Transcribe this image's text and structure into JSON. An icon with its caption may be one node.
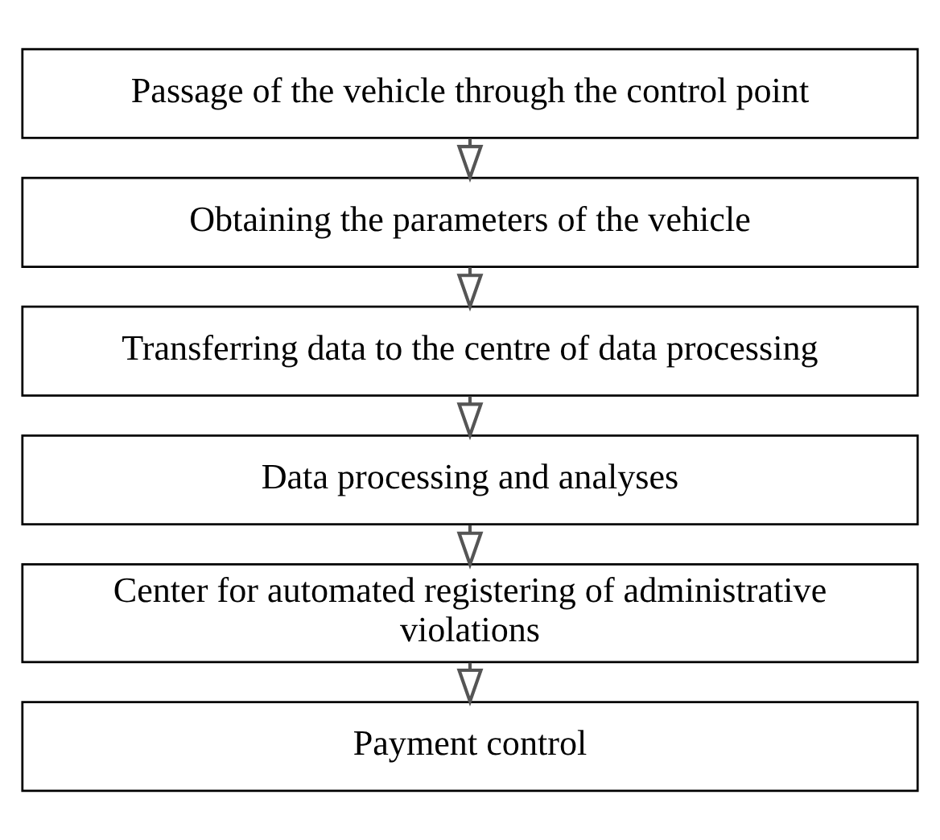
{
  "diagram": {
    "nodes": [
      {
        "text": [
          "Passage of the vehicle through the control point"
        ]
      },
      {
        "text": [
          "Obtaining the parameters of the vehicle"
        ]
      },
      {
        "text": [
          "Transferring data to the centre of data processing"
        ]
      },
      {
        "text": [
          "Data processing and analyses"
        ]
      },
      {
        "text": [
          "Center for automated registering of administrative violations"
        ]
      },
      {
        "text": [
          "Payment control"
        ]
      }
    ],
    "edges": [
      {
        "from": 0,
        "to": 1,
        "arrow": "to"
      },
      {
        "from": 1,
        "to": 2,
        "arrow": "to"
      },
      {
        "from": 2,
        "to": 3,
        "arrow": "to"
      },
      {
        "from": 3,
        "to": 4,
        "arrow": "to"
      },
      {
        "from": 4,
        "to": 5,
        "arrow": "to"
      }
    ]
  }
}
